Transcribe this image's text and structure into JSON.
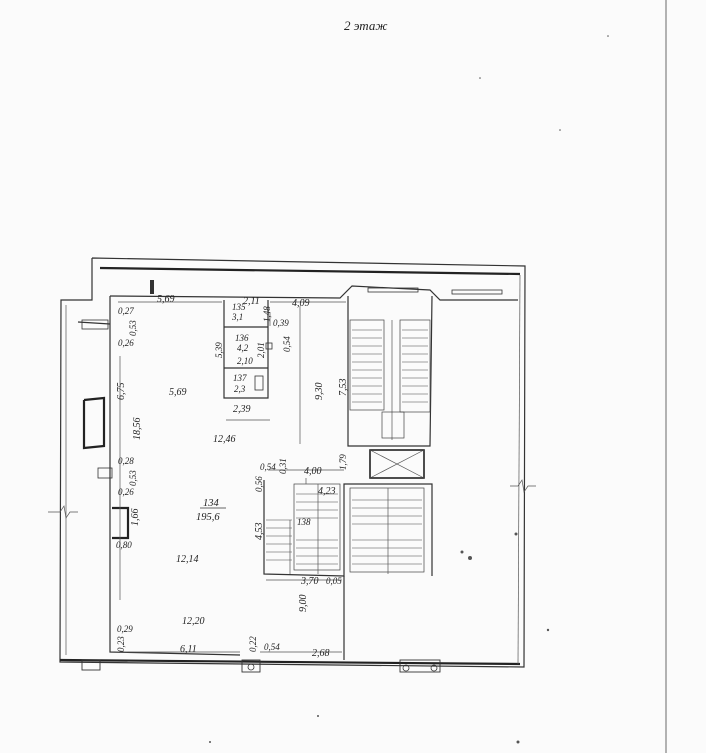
{
  "title": "2 этаж",
  "rooms": [
    {
      "number": "134",
      "area": "195,6"
    },
    {
      "number": "135",
      "area": "3,1"
    },
    {
      "number": "136",
      "area": "4,2"
    },
    {
      "number": "137",
      "area": "2,3"
    },
    {
      "number": "138",
      "area": ""
    }
  ],
  "dimensions": {
    "d1": "5,69",
    "d2": "2,11",
    "d3": "4,09",
    "d4": "1,48",
    "d5": "0,27",
    "d6": "0,53",
    "d7": "0,26",
    "d8": "0,39",
    "d9": "0,54",
    "d10": "5,39",
    "d11": "2,01",
    "d12": "2,10",
    "d13": "6,75",
    "d14": "5,69",
    "d15": "9,30",
    "d16": "7,53",
    "d17": "2,39",
    "d18": "18,56",
    "d19": "12,46",
    "d20": "0,28",
    "d21": "0,53",
    "d22": "0,26",
    "d23": "0,54",
    "d24": "0,31",
    "d25": "4,00",
    "d26": "1,79",
    "d27": "0,56",
    "d28": "4,23",
    "d29": "1,66",
    "d30": "4,53",
    "d31": "0,80",
    "d32": "12,14",
    "d33": "3,70",
    "d34": "0,05",
    "d35": "9,00",
    "d36": "12,20",
    "d37": "0,29",
    "d38": "0,23",
    "d39": "6,11",
    "d40": "0,22",
    "d41": "0,54",
    "d42": "2,68"
  }
}
